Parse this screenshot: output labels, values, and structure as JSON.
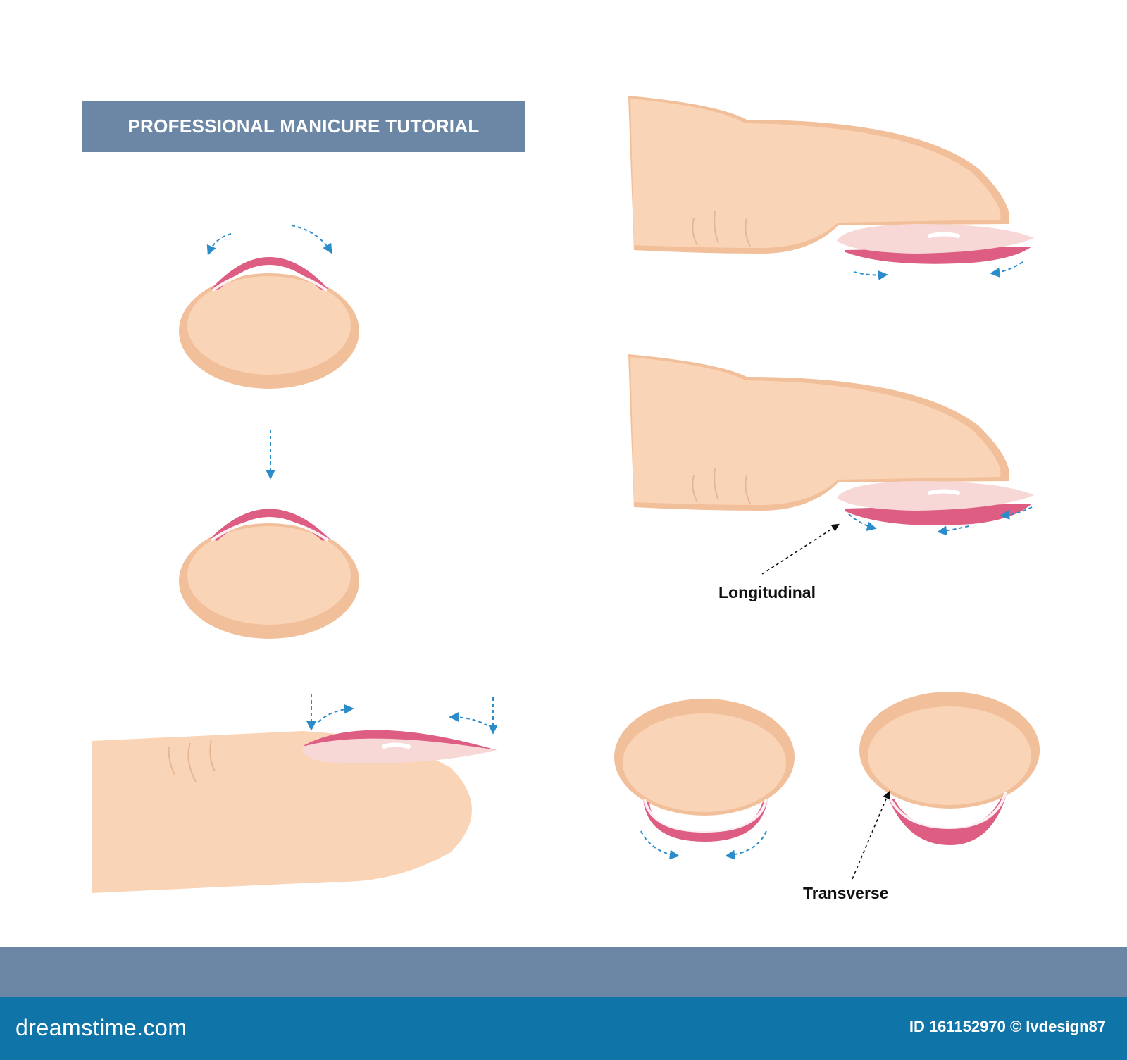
{
  "title": "PROFESSIONAL MANICURE TUTORIAL",
  "labels": {
    "longitudinal": "Longitudinal",
    "transverse": "Transverse"
  },
  "footer": {
    "logo": "dreamstime.com",
    "credit": "ID 161152970 © Ivdesign87"
  },
  "colors": {
    "banner": "#6c86a5",
    "footer": "#0f74a8",
    "skin": "#fad4b6",
    "skin_shade": "#f2bf9b",
    "nail_pink": "#de5d83",
    "arrow_blue": "#2c8bc9"
  }
}
